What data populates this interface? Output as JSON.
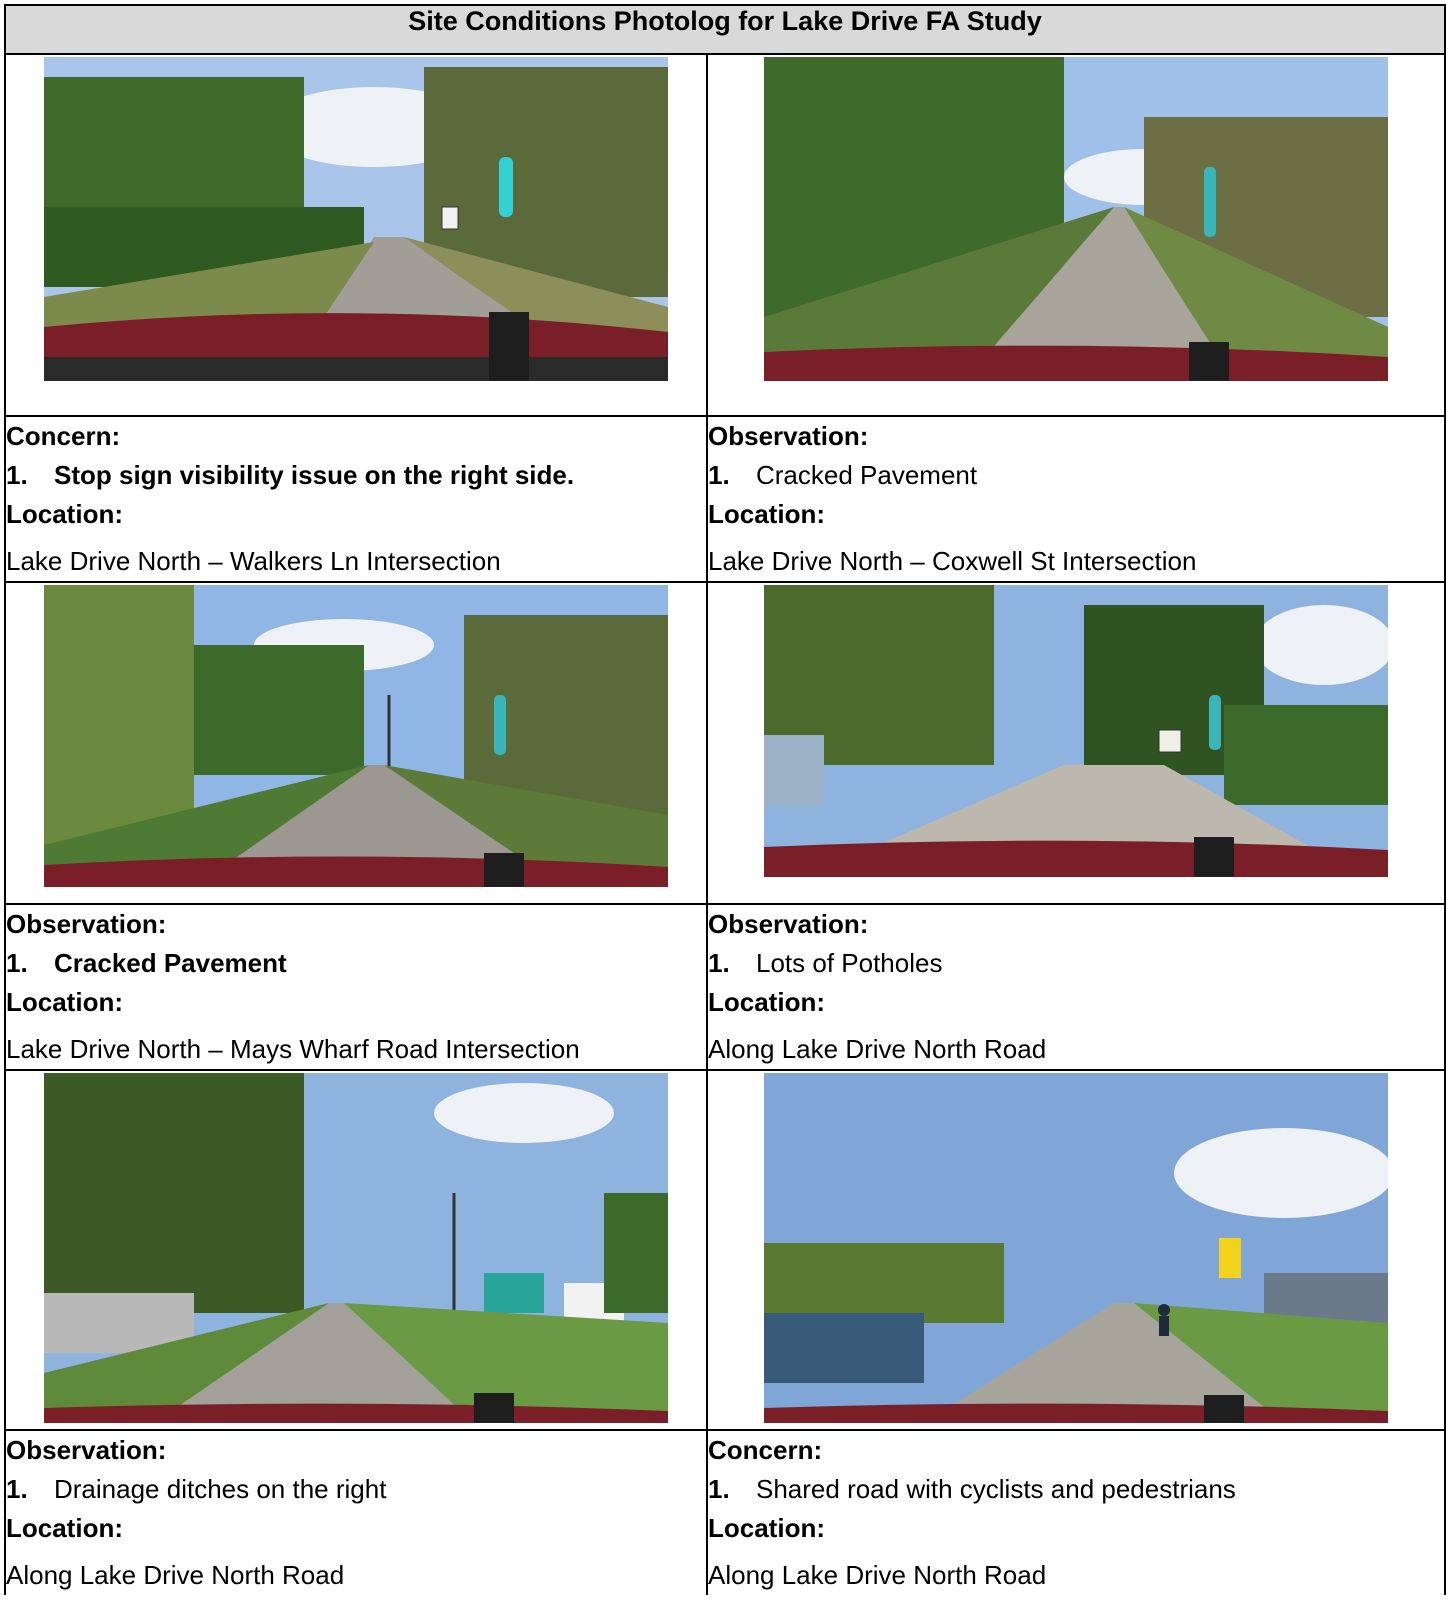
{
  "title": "Site Conditions Photolog for Lake Drive FA Study",
  "entries": [
    {
      "label": "Concern:",
      "item_number": "1.",
      "item_text": "Stop sign visibility issue on the right side.",
      "location_label": "Location:",
      "location": "Lake Drive North – Walkers Ln Intersection",
      "photo_icon": "dashcam-road-photo-stop-sign"
    },
    {
      "label": "Observation:",
      "item_number": "1.",
      "item_text": "Cracked Pavement",
      "location_label": "Location:",
      "location": "Lake Drive North – Coxwell St Intersection",
      "photo_icon": "dashcam-road-photo-cracked-pavement"
    },
    {
      "label": "Observation:",
      "item_number": "1.",
      "item_text": "Cracked Pavement",
      "location_label": "Location:",
      "location": "Lake Drive North – Mays Wharf Road Intersection",
      "photo_icon": "dashcam-road-photo-cracked-pavement"
    },
    {
      "label": "Observation:",
      "item_number": "1.",
      "item_text": "Lots of Potholes",
      "location_label": "Location:",
      "location": "Along Lake Drive North Road",
      "photo_icon": "dashcam-road-photo-potholes"
    },
    {
      "label": "Observation:",
      "item_number": "1.",
      "item_text": "Drainage ditches on the right",
      "location_label": "Location:",
      "location": "Along Lake Drive North Road",
      "photo_icon": "dashcam-road-photo-drainage-ditch"
    },
    {
      "label": "Concern:",
      "item_number": "1.",
      "item_text": "Shared road with cyclists and pedestrians",
      "location_label": "Location:",
      "location": "Along Lake Drive North Road",
      "photo_icon": "dashcam-road-photo-cyclist"
    }
  ],
  "colors": {
    "header_bg": "#d9d9d9",
    "sky": "#8fb3df",
    "foliage": "#4f6b2c",
    "road": "#9a9690",
    "hood": "#7a1f28"
  }
}
